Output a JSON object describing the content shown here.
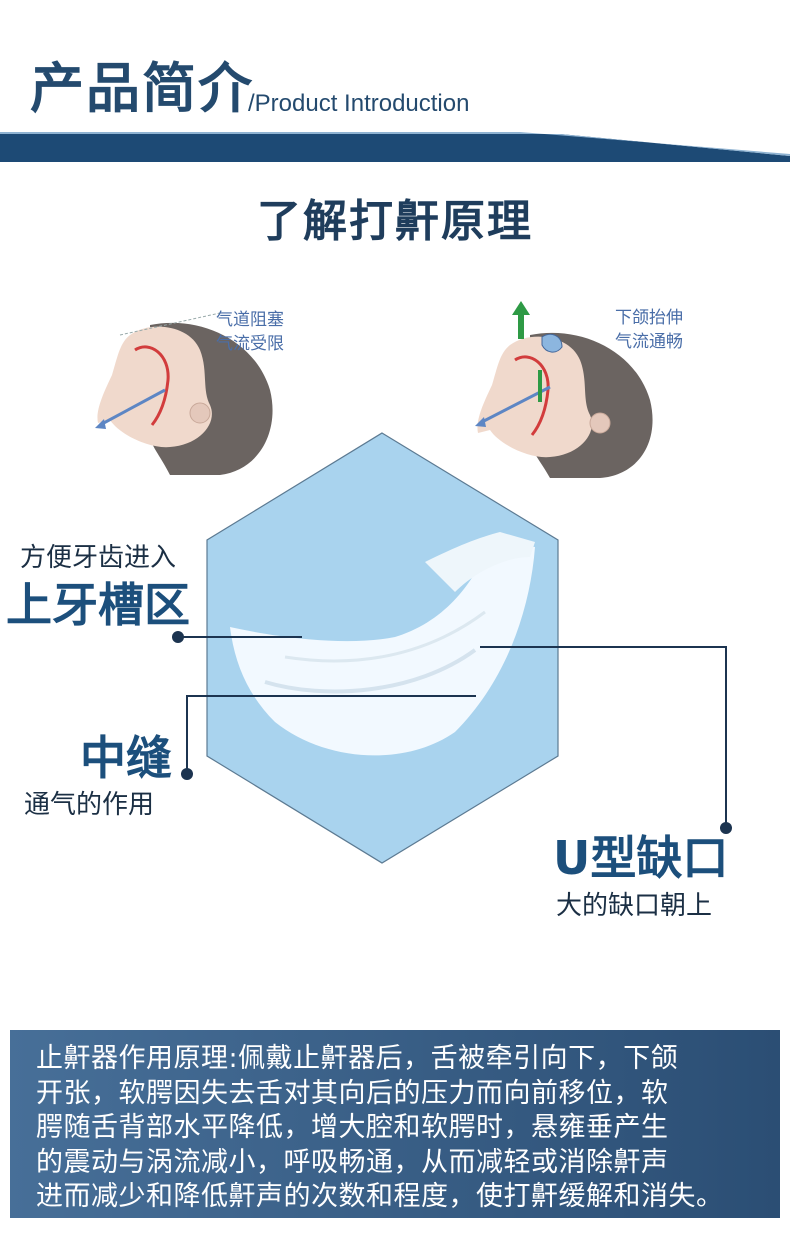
{
  "header": {
    "title": "产品简介",
    "subtitle": "/Product Introduction"
  },
  "section": {
    "heading": "了解打鼾原理"
  },
  "illustrations": [
    {
      "caption_line1": "气道阻塞",
      "caption_line2": "气流受限"
    },
    {
      "caption_line1": "下颌抬伸",
      "caption_line2": "气流通畅"
    }
  ],
  "labels": {
    "upper_groove": {
      "small": "方便牙齿进入",
      "big": "上牙槽区"
    },
    "middle_seam": {
      "big": "中缝",
      "small": "通气的作用"
    },
    "u_notch": {
      "big": "U型缺口",
      "small": "大的缺口朝上"
    }
  },
  "description": {
    "text": "止鼾器作用原理:佩戴止鼾器后，舌被牵引向下，下颌\n开张，软腭因失去舌对其向后的压力而向前移位，软\n腭随舌背部水平降低，增大腔和软腭时，悬雍垂产生\n的震动与涡流减小，呼吸畅通，从而减轻或消除鼾声\n进而减少和降低鼾声的次数和程度，使打鼾缓解和消失。"
  },
  "colors": {
    "brand_navy": "#1f3d5c",
    "band_blue": "#1d4a75",
    "hexagon_blue": "#a9d3ee",
    "description_bg": "#3a5f86"
  }
}
